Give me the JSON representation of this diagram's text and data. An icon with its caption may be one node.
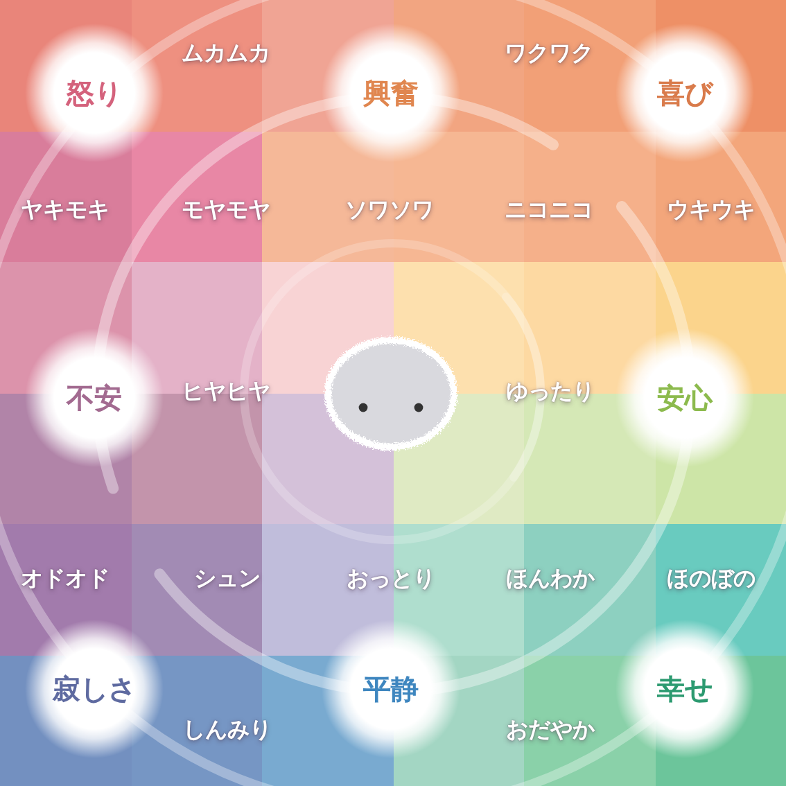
{
  "diagram": {
    "nodes": [
      {
        "text": [
          "怒り"
        ]
      },
      {
        "text": [
          "興奮"
        ]
      },
      {
        "text": [
          "喜び"
        ]
      },
      {
        "text": [
          "不安"
        ]
      },
      {
        "text": [
          "安心"
        ]
      },
      {
        "text": [
          "寂しさ"
        ]
      },
      {
        "text": [
          "平静"
        ]
      },
      {
        "text": [
          "幸せ"
        ]
      }
    ],
    "labels": [
      "ムカムカ",
      "ワクワク",
      "ヤキモキ",
      "モヤモヤ",
      "ソワソワ",
      "ニコニコ",
      "ウキウキ",
      "ヒヤヒヤ",
      "ゆったり",
      "オドオド",
      "シュン",
      "おっとり",
      "ほんわか",
      "ほのぼの",
      "しんみり",
      "おだやか"
    ]
  }
}
